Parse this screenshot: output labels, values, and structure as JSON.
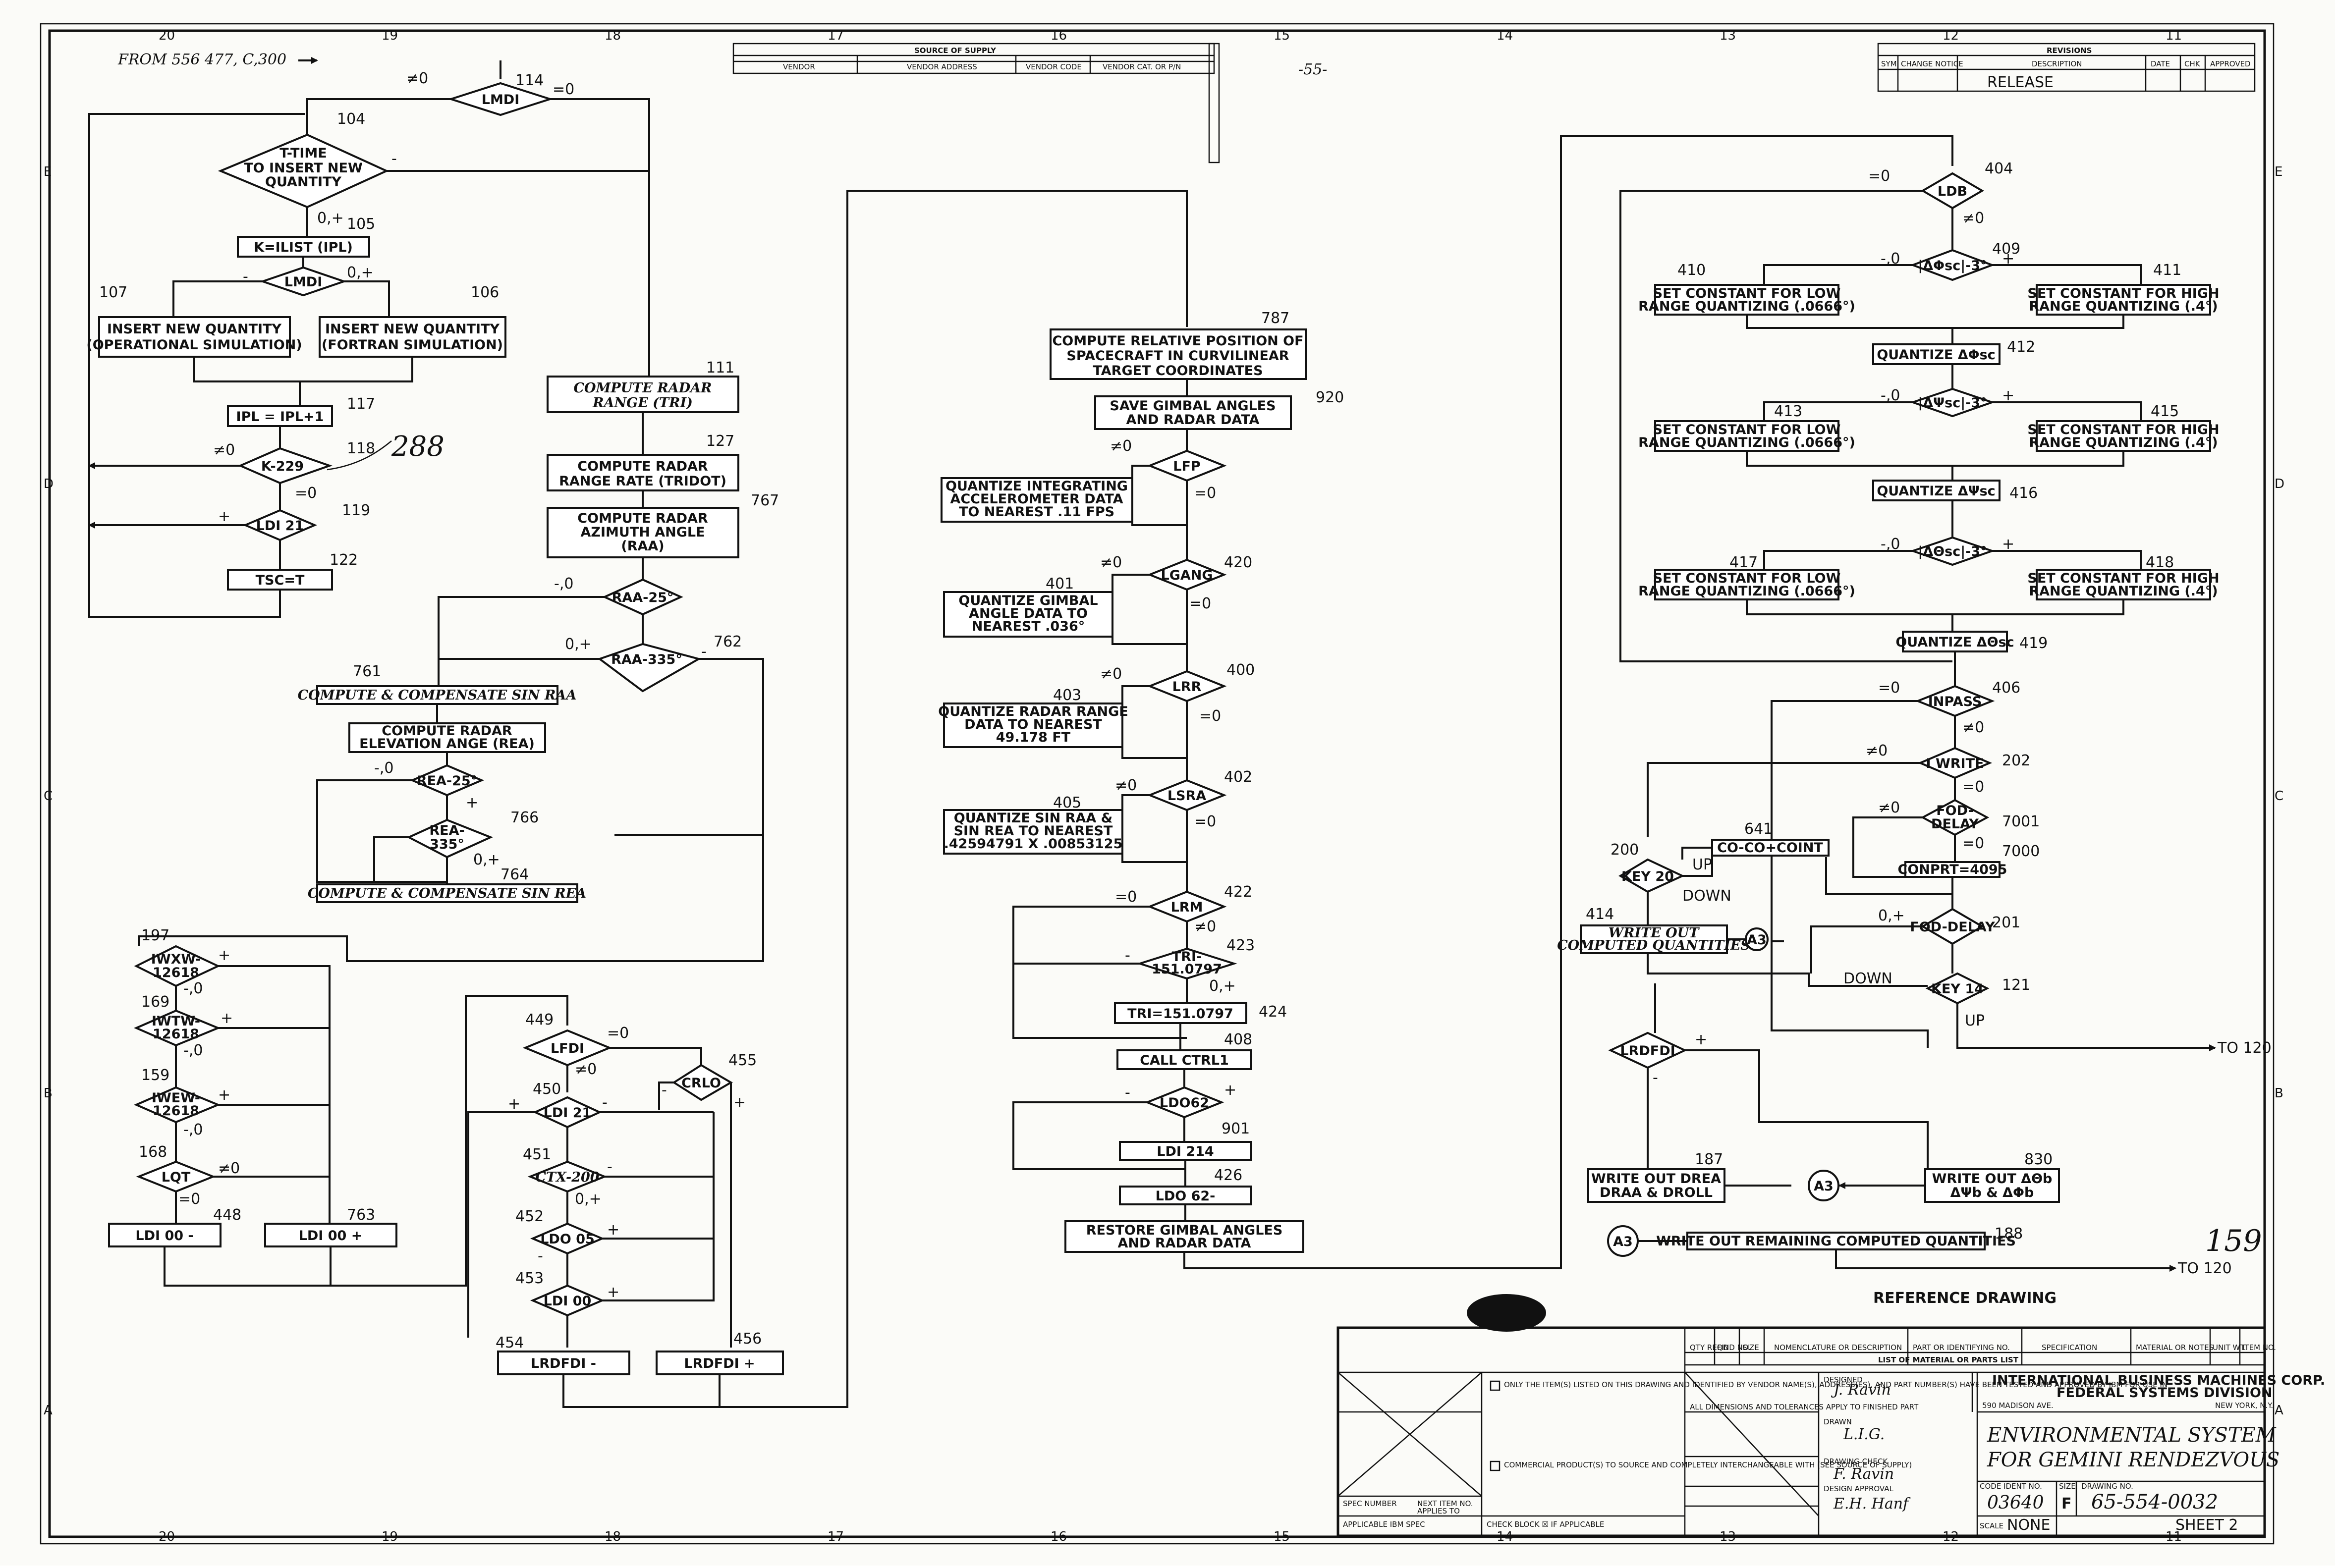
{
  "header": {
    "from_note": "FROM 556 477, C,300",
    "source_title": "SOURCE OF SUPPLY",
    "source_cols": [
      "VENDOR",
      "VENDOR ADDRESS",
      "VENDOR CODE",
      "VENDOR CAT. OR P/N"
    ],
    "revisions_title": "REVISIONS",
    "rev_cols": [
      "SYM",
      "CHANGE NOTICE",
      "DESCRIPTION",
      "DATE",
      "CHK",
      "APPROVED"
    ],
    "release": "RELEASE",
    "margin_note": "-55-"
  },
  "zones": {
    "top": [
      "20",
      "19",
      "18",
      "17",
      "16",
      "15",
      "14",
      "13",
      "12",
      "11"
    ],
    "side": [
      "E",
      "D",
      "C",
      "B",
      "A"
    ]
  },
  "col1": {
    "n114": "114",
    "lmdi": "LMDI",
    "ne0": "≠0",
    "eq0": "=0",
    "n104": "104",
    "ttime": [
      "T-TIME",
      "TO INSERT NEW",
      "QUANTITY"
    ],
    "minus": "-",
    "zp": "0,+",
    "n105": "105",
    "klist": "K=ILIST (IPL)",
    "n107": "107",
    "n106": "106",
    "op_sim": [
      "INSERT NEW QUANTITY",
      "(OPERATIONAL SIMULATION)"
    ],
    "fortran_sim": [
      "INSERT NEW QUANTITY",
      "(FORTRAN SIMULATION)"
    ],
    "n117": "117",
    "ipl": "IPL = IPL+1",
    "n118": "118",
    "k229": "K-229",
    "hand288": "288",
    "n119": "119",
    "ldi21": "LDI 21",
    "plus": "+",
    "n122": "122",
    "tsc": "TSC=T"
  },
  "col2": {
    "n111": "111",
    "tri": [
      "COMPUTE RADAR",
      "RANGE (TRI)"
    ],
    "n127": "127",
    "tridot": [
      "COMPUTE RADAR",
      "RANGE RATE (TRIDOT)"
    ],
    "n767": "767",
    "raa": [
      "COMPUTE RADAR",
      "AZIMUTH ANGLE",
      "(RAA)"
    ],
    "raa25": "RAA-25°",
    "raa335": "RAA-335°",
    "n762": "762",
    "n761": "761",
    "sinraa": "COMPUTE & COMPENSATE SIN RAA",
    "rea": [
      "COMPUTE RADAR",
      "ELEVATION ANGE (REA)"
    ],
    "rea25": "REA-25°",
    "rea335": [
      "REA-",
      "335°"
    ],
    "n766": "766",
    "n764": "764",
    "sinrea": "COMPUTE & COMPENSATE SIN REA"
  },
  "col3": {
    "n197": "197",
    "iwxw": [
      "IWXW-",
      "12618"
    ],
    "n169": "169",
    "iwtw": [
      "IWTW-",
      "12618"
    ],
    "n159": "159",
    "iwew": [
      "IWEW-",
      "12618"
    ],
    "n168": "168",
    "lqt": "LQT",
    "n448": "448",
    "ldi00m": "LDI 00   -",
    "n763": "763",
    "ldi00p": "LDI 00   +",
    "n449": "449",
    "lfdi": "LFDI",
    "n455": "455",
    "crlo": "CRLO",
    "n450": "450",
    "ldi21": "LDI 21",
    "n451": "451",
    "ctx": "CTX-200",
    "n452": "452",
    "ldo05": "LDO 05",
    "n453": "453",
    "ldi00": "LDI 00",
    "n454": "454",
    "n456": "456",
    "lrdfdim": "LRDFDI   -",
    "lrdfdip": "LRDFDI   +"
  },
  "col4": {
    "n787": "787",
    "curv": [
      "COMPUTE RELATIVE POSITION OF",
      "SPACECRAFT IN CURVILINEAR",
      "TARGET COORDINATES"
    ],
    "n920": "920",
    "save": [
      "SAVE GIMBAL ANGLES",
      "AND RADAR DATA"
    ],
    "lfp": "LFP",
    "accel": [
      "QUANTIZE INTEGRATING",
      "ACCELEROMETER DATA",
      "TO NEAREST .11 FPS"
    ],
    "n401": "401",
    "lgang": "LGANG",
    "n420": "420",
    "gimbal": [
      "QUANTIZE GIMBAL",
      "ANGLE DATA TO",
      "NEAREST .036°"
    ],
    "n403": "403",
    "lrr": "LRR",
    "n400": "400",
    "range": [
      "QUANTIZE RADAR RANGE",
      "DATA TO NEAREST",
      "49.178 FT"
    ],
    "n405": "405",
    "lsra": "LSRA",
    "n402": "402",
    "sinraa": [
      "QUANTIZE SIN RAA &",
      "SIN REA TO NEAREST",
      ".42594791 X .00853125"
    ],
    "lrm": "LRM",
    "n422": "422",
    "n423": "423",
    "tri": [
      "TRI-",
      "151.0797"
    ],
    "tri_set": "TRI=151.0797",
    "n424": "424",
    "n408": "408",
    "call": "CALL CTRL1",
    "ldo62": "LDO62",
    "n901": "901",
    "ldi214": "LDI 214",
    "n426": "426",
    "ldo62m": "LDO 62-",
    "restore": [
      "RESTORE GIMBAL ANGLES",
      "AND RADAR DATA"
    ]
  },
  "col5": {
    "n404": "404",
    "ldb": "LDB",
    "n409": "409",
    "dphi": "|ΔΦsc|-3°",
    "n410": "410",
    "n411": "411",
    "low": [
      "SET CONSTANT FOR LOW",
      "RANGE QUANTIZING (.0666°)"
    ],
    "high": [
      "SET CONSTANT FOR HIGH",
      "RANGE QUANTIZING (.4°)"
    ],
    "qphi": "QUANTIZE ΔΦsc",
    "n412": "412",
    "dpsi": "|ΔΨsc|-3°",
    "n413": "413",
    "n415": "415",
    "qpsi": "QUANTIZE ΔΨsc",
    "n416": "416",
    "dtheta": "|ΔΘsc|-3°",
    "n417": "417",
    "n418": "418",
    "qtheta": "QUANTIZE ΔΘsc",
    "n419": "419",
    "inpass": "INPASS",
    "n406": "406",
    "iwrite": "I WRITE",
    "n202": "202",
    "fod": [
      "FOD-",
      "DELAY"
    ],
    "n7001": "7001",
    "n7000": "7000",
    "conprt": "CONPRT=4095",
    "n641": "641",
    "cocoint": "CO-CO+COINT",
    "n200": "200",
    "key20": "KEY 20",
    "up": "UP",
    "down": "DOWN",
    "n414": "414",
    "writeout": [
      "WRITE OUT",
      "COMPUTED QUANTITIES"
    ],
    "a3": "A3",
    "foddelay": "FOD-DELAY",
    "n201": "201",
    "key14": "KEY 14",
    "n121": "121",
    "to120": "TO 120",
    "lrdfdi": "LRDFDI",
    "n187": "187",
    "drea": [
      "WRITE OUT DREA",
      "DRAA & DROLL"
    ],
    "n830": "830",
    "dtheta_out": [
      "WRITE OUT ΔΘb",
      "ΔΨb & ΔΦb"
    ],
    "remaining": "WRITE OUT REMAINING COMPUTED QUANTITIES",
    "n188": "188",
    "hand159": "159",
    "to120b": "TO 120"
  },
  "titleblock": {
    "reference": "REFERENCE DRAWING",
    "list_title": "LIST OF MATERIAL OR PARTS LIST",
    "cols": [
      "QTY REQD",
      "FIND NO.",
      "SIZE",
      "NOMENCLATURE OR DESCRIPTION",
      "PART OR IDENTIFYING NO.",
      "SPECIFICATION",
      "MATERIAL OR NOTES",
      "UNIT WT.",
      "ITEM NO."
    ],
    "company": "INTERNATIONAL BUSINESS MACHINES CORP.",
    "division": "FEDERAL SYSTEMS DIVISION",
    "address": "590 MADISON AVE.",
    "city": "NEW YORK, N.Y.",
    "title": "ENVIRONMENTAL SYSTEM",
    "subtitle": "FOR GEMINI RENDEZVOUS",
    "code_label": "CODE IDENT NO.",
    "code": "03640",
    "size_label": "SIZE",
    "size": "F",
    "dwg_label": "DRAWING NO.",
    "dwg": "65-554-0032",
    "scale": "NONE",
    "sheet": "SHEET 2",
    "applicable": "APPLICABLE IBM SPEC",
    "check_block": "CHECK BLOCK ☒ IF APPLICABLE",
    "spec": "SPEC NUMBER",
    "next_assy": "NEXT ITEM NO.",
    "applies": "APPLIES TO",
    "designed": "DESIGNED",
    "drawn": "DRAWN",
    "checked": "DRAWING CHECK",
    "approval": "DESIGN APPROVAL",
    "sig1": "J. Ravin",
    "sig2": "L.I.G.",
    "sig3": "F. Ravin",
    "sig4": "E.H. Hanf",
    "note1": "ONLY THE ITEM(S) LISTED ON THIS DRAWING AND IDENTIFIED BY VENDOR NAME(S), ADDRESS(ES), AND PART NUMBER(S) HAVE BEEN TESTED AND APPROVED BY IBM FOR USE IN",
    "note2": "COMMERCIAL PRODUCT(S) TO SOURCE AND COMPLETELY INTERCHANGEABLE WITH (SEE SOURCE OF SUPPLY)",
    "tol": "ALL DIMENSIONS AND TOLERANCES APPLY TO FINISHED PART"
  }
}
